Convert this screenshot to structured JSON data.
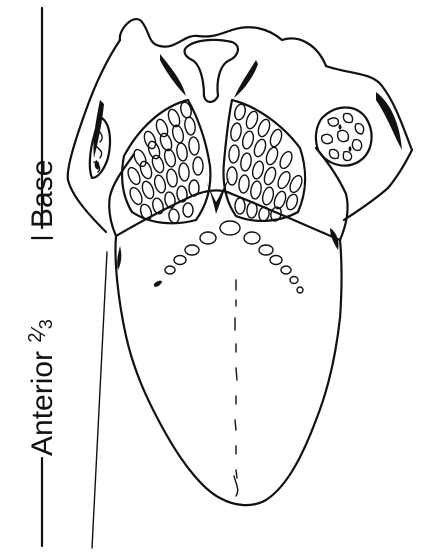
{
  "labels": {
    "base": "Base",
    "anterior_main": "Anterior ",
    "anterior_numerator": "2",
    "anterior_slash": "⁄",
    "anterior_denominator": "3"
  },
  "colors": {
    "ink": "#111111",
    "background": "#ffffff"
  }
}
